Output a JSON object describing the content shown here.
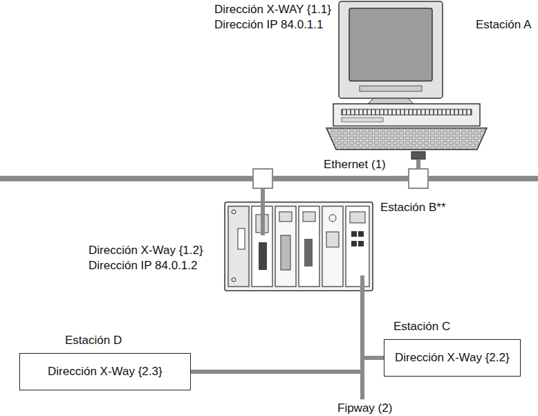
{
  "diagram": {
    "nodes": [
      {
        "text": [
          "Estación C",
          "Dirección X-Way {2.2}"
        ]
      },
      {
        "text": [
          "Estación D",
          "Dirección X-Way {2.3}"
        ]
      }
    ],
    "edges": [
      {
        "from": 1,
        "to": 0,
        "arrow": "none"
      }
    ],
    "labels": [
      "Dirección X-WAY {1.1}",
      "Dirección IP 84.0.1.1",
      "Estación A",
      "Ethernet (1)",
      "Dirección X-Way {1.2}",
      "Dirección IP 84.0.1.2",
      "Estación B**",
      "Fipway (2)"
    ]
  }
}
